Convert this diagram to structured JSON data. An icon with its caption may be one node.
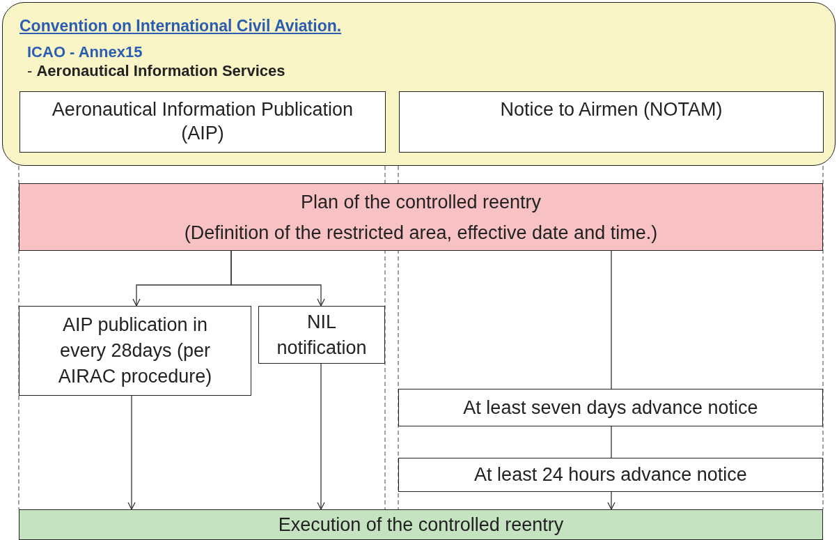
{
  "diagram": {
    "nodes": [
      {
        "text": [
          "Convention on International Civil Aviation.",
          "ICAO - Annex15",
          "- **Aeronautical Information Services**"
        ]
      },
      {
        "text": [
          "Aeronautical Information Publication (AIP)"
        ],
        "in": 0
      },
      {
        "text": [
          "Notice to Airmen (NOTAM)"
        ],
        "in": 0
      },
      {
        "text": [
          "Plan of the controlled reentry",
          "(Definition of the restricted area, effective date and time.)"
        ]
      },
      {
        "text": [
          "AIP publication in every 28days (per AIRAC procedure)"
        ]
      },
      {
        "text": [
          "NIL notification"
        ]
      },
      {
        "text": [
          "At least seven days advance notice"
        ]
      },
      {
        "text": [
          "At least 24 hours advance notice"
        ]
      },
      {
        "text": [
          "Execution of the controlled reentry"
        ]
      }
    ],
    "edges": [
      {
        "from": 3,
        "to": 4,
        "arrow": "to"
      },
      {
        "from": 3,
        "to": 5,
        "arrow": "to"
      },
      {
        "from": 3,
        "to": 6,
        "arrow": "none"
      },
      {
        "from": 6,
        "to": 7,
        "arrow": "none"
      },
      {
        "from": 7,
        "to": 8,
        "arrow": "to"
      },
      {
        "from": 4,
        "to": 8,
        "arrow": "to"
      },
      {
        "from": 5,
        "to": 8,
        "arrow": "to"
      }
    ]
  }
}
